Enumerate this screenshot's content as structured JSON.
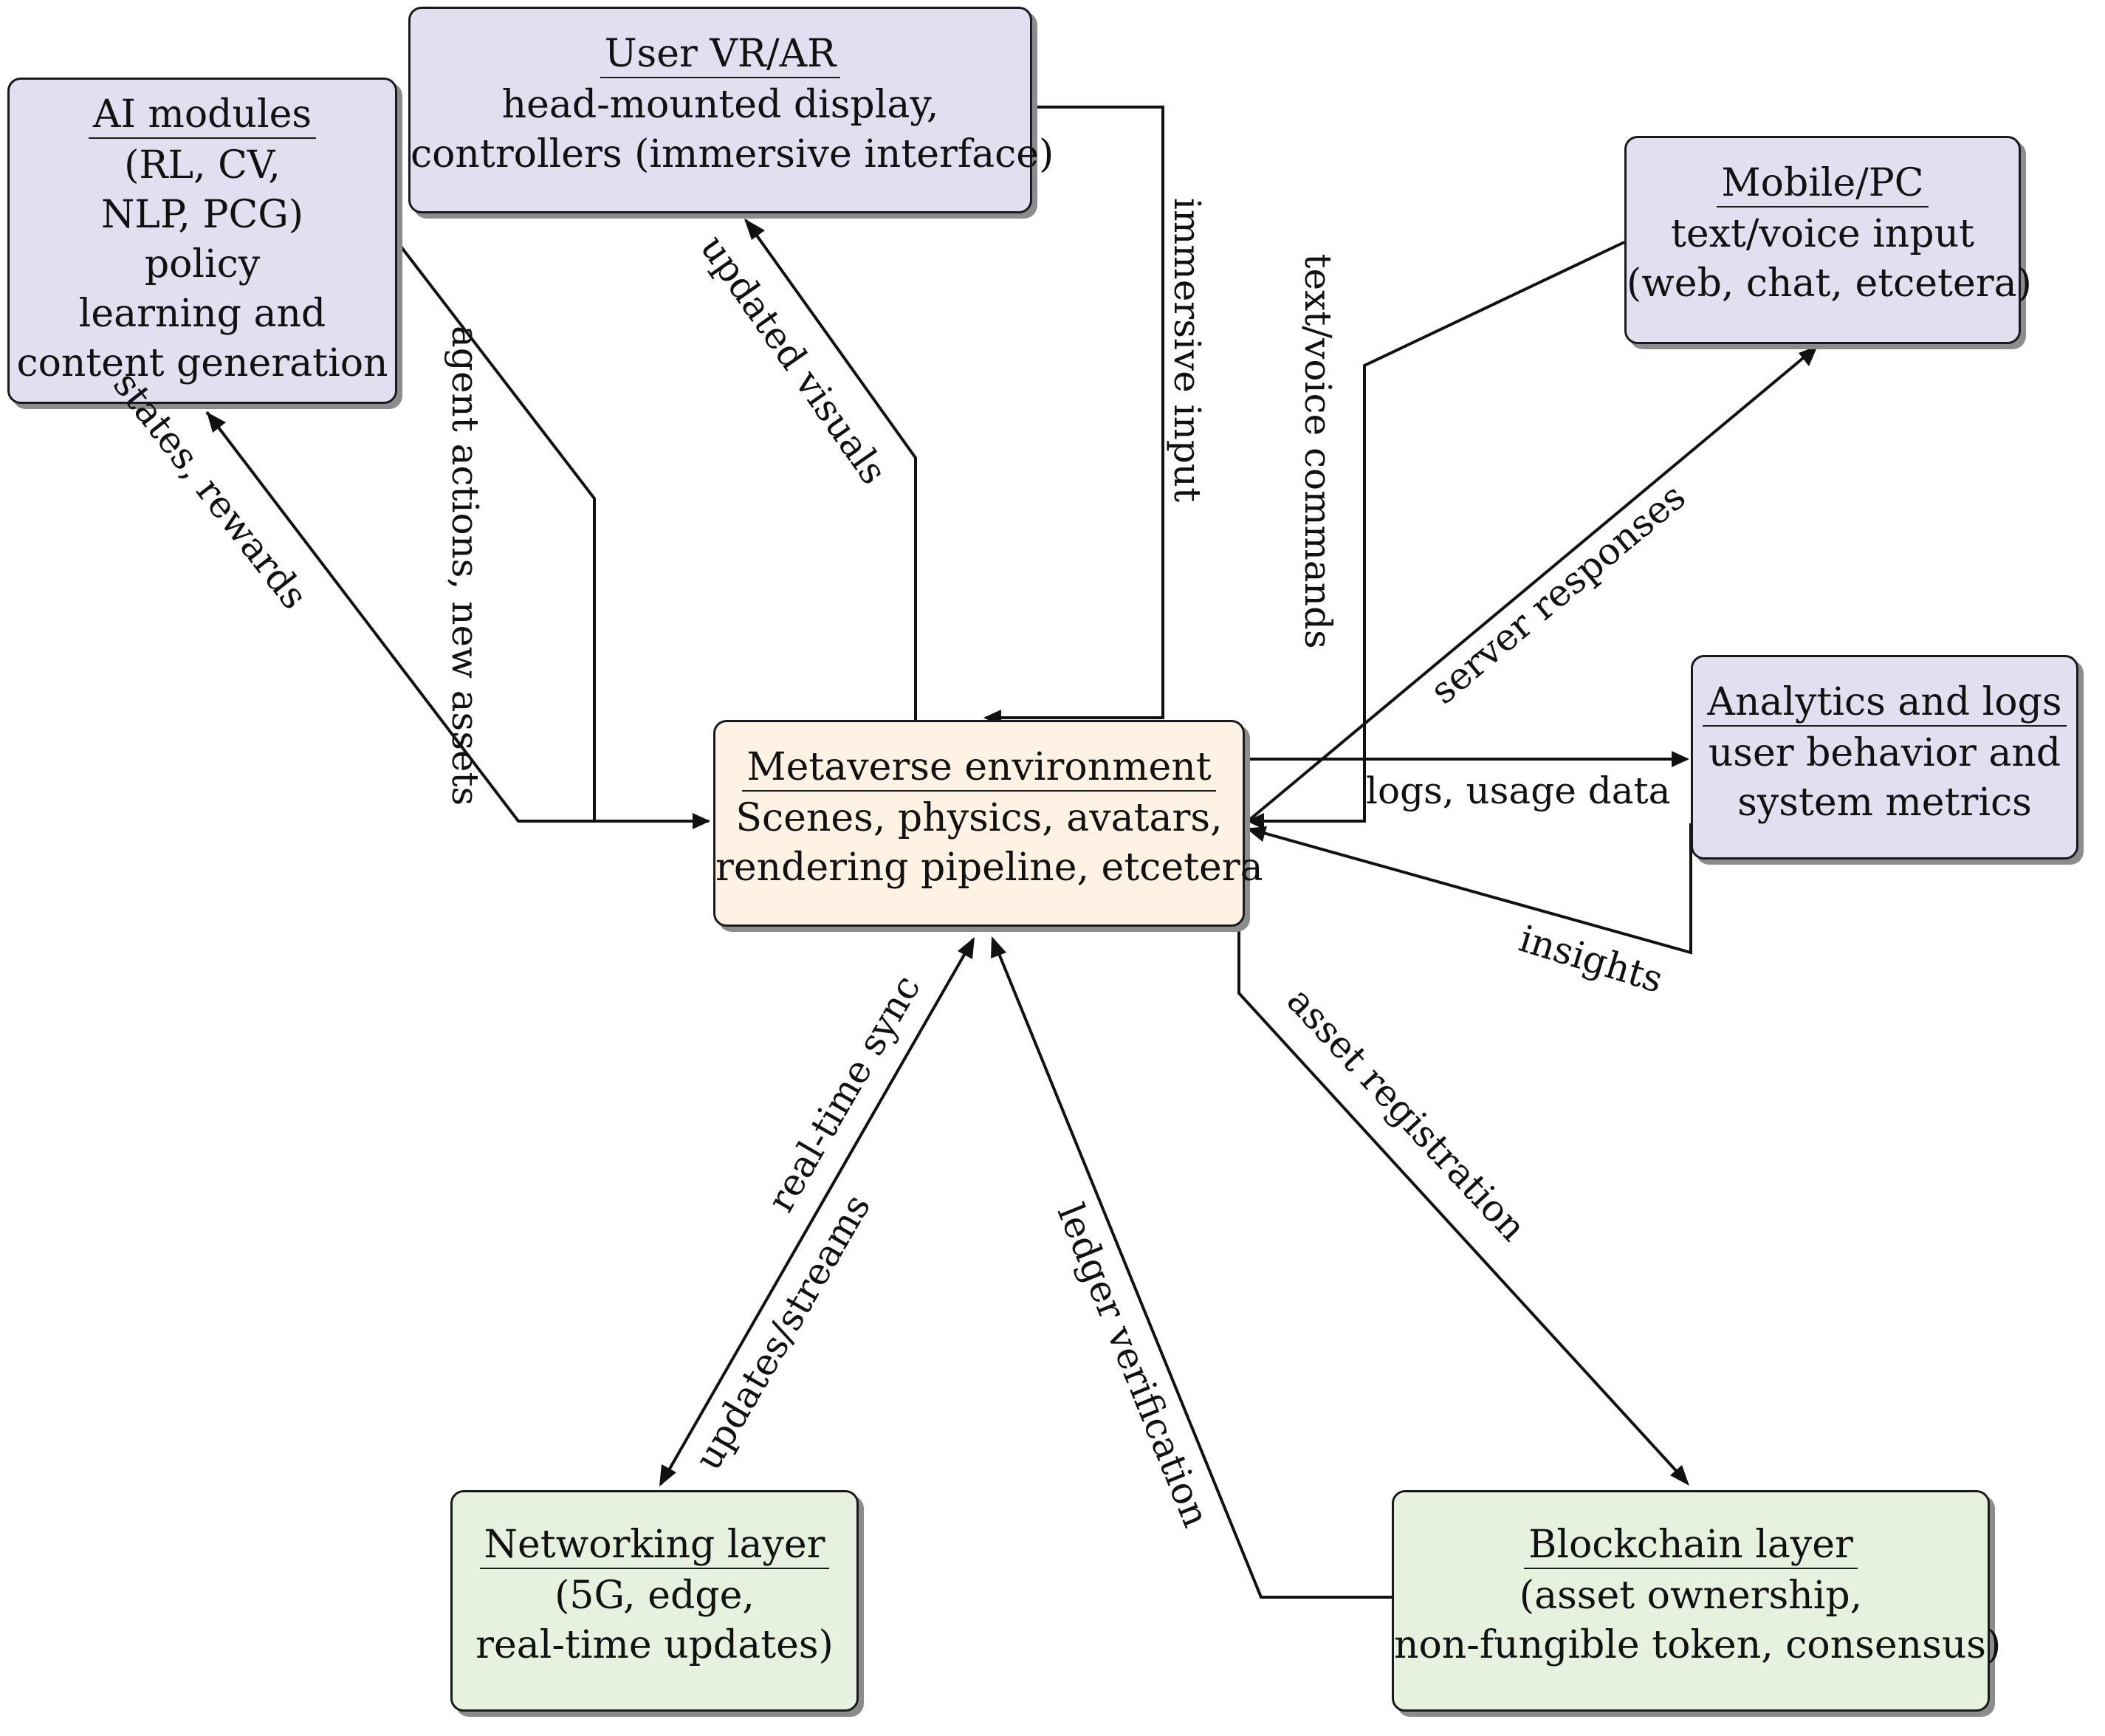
{
  "nodes": {
    "ai": {
      "title": "AI modules",
      "lines": [
        "(RL, CV,",
        "NLP, PCG)",
        "policy",
        "learning and",
        "content generation"
      ]
    },
    "vr": {
      "title": "User VR/AR",
      "lines": [
        "head-mounted display,",
        "controllers (immersive interface)"
      ]
    },
    "mobile": {
      "title": "Mobile/PC",
      "lines": [
        "text/voice input",
        "(web, chat, etcetera)"
      ]
    },
    "analytics": {
      "title": "Analytics and logs",
      "lines": [
        "user behavior and",
        "system metrics"
      ]
    },
    "metaverse": {
      "title": "Metaverse environment",
      "lines": [
        "Scenes, physics, avatars,",
        "rendering pipeline, etcetera"
      ]
    },
    "networking": {
      "title": "Networking layer",
      "lines": [
        "(5G, edge,",
        "real-time updates)"
      ]
    },
    "blockchain": {
      "title": "Blockchain layer",
      "lines": [
        "(asset ownership,",
        "non-fungible token, consensus)"
      ]
    }
  },
  "edges": {
    "states_rewards": "states, rewards",
    "agent_actions": "agent actions, new assets",
    "updated_visuals": "updated visuals",
    "immersive_input": "immersive input",
    "text_voice": "text/voice commands",
    "server_responses": "server responses",
    "logs_usage": "logs, usage data",
    "insights": "insights",
    "realtime_sync": "real-time sync",
    "updates_streams": "updates/streams",
    "ledger_verification": "ledger verification",
    "asset_registration": "asset registration"
  },
  "colors": {
    "purple_box": "#e2dff0",
    "cream_box": "#fdf2e4",
    "green_box": "#e6f1df",
    "lines": "#111111"
  }
}
